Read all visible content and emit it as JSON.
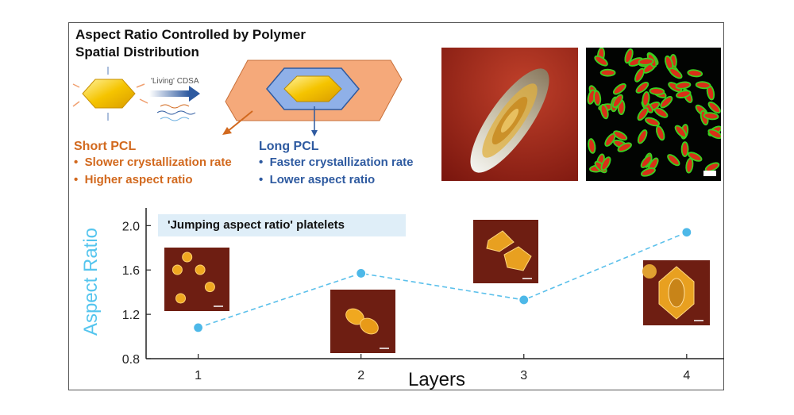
{
  "header": {
    "title_line1": "Aspect Ratio Controlled by Polymer",
    "title_line2": "Spatial Distribution"
  },
  "schematic": {
    "arrow_label": "'Living' CDSA",
    "short_pcl": {
      "title": "Short PCL",
      "bullets": [
        "Slower crystallization rate",
        "Higher aspect ratio"
      ]
    },
    "long_pcl": {
      "title": "Long PCL",
      "bullets": [
        "Faster crystallization rate",
        "Lower aspect ratio"
      ]
    },
    "bullet_char": "•"
  },
  "colors": {
    "orange": "#d2691e",
    "blue": "#2e5aa0",
    "series": "#5bc0eb",
    "marker": "#4db8e8"
  },
  "chart_data": {
    "type": "line",
    "annotation": "'Jumping aspect ratio' platelets",
    "xlabel": "Layers",
    "ylabel": "Aspect Ratio",
    "x": [
      1,
      2,
      3,
      4
    ],
    "series": [
      {
        "values": [
          1.08,
          1.57,
          1.33,
          1.94
        ]
      }
    ],
    "yticks": [
      "0.8",
      "1.2",
      "1.6",
      "2.0"
    ],
    "xticks": [
      "1",
      "2",
      "3",
      "4"
    ],
    "ylim": [
      0.8,
      2.16
    ],
    "xlim": [
      0.68,
      4.23
    ],
    "line_style": "dashed",
    "grid": false
  }
}
